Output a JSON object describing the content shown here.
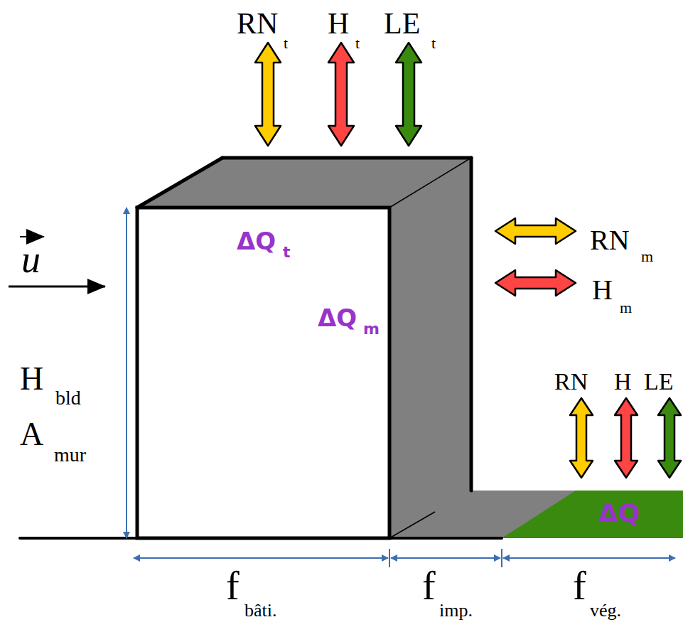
{
  "diagram": {
    "nodes": [
      {
        "text": [
          "ΔQ",
          "t",
          "ΔQ",
          "m"
        ]
      },
      {
        "text": [
          "ΔQ"
        ]
      }
    ],
    "labels": [
      "RN",
      "t",
      "H",
      "t",
      "LE",
      "t",
      "RN",
      "m",
      "H",
      "m",
      "u",
      "H",
      "bld",
      "A",
      "mur",
      "RN",
      "H",
      "LE",
      "f",
      "bâti.",
      "f",
      "imp.",
      "f",
      "vég."
    ]
  }
}
